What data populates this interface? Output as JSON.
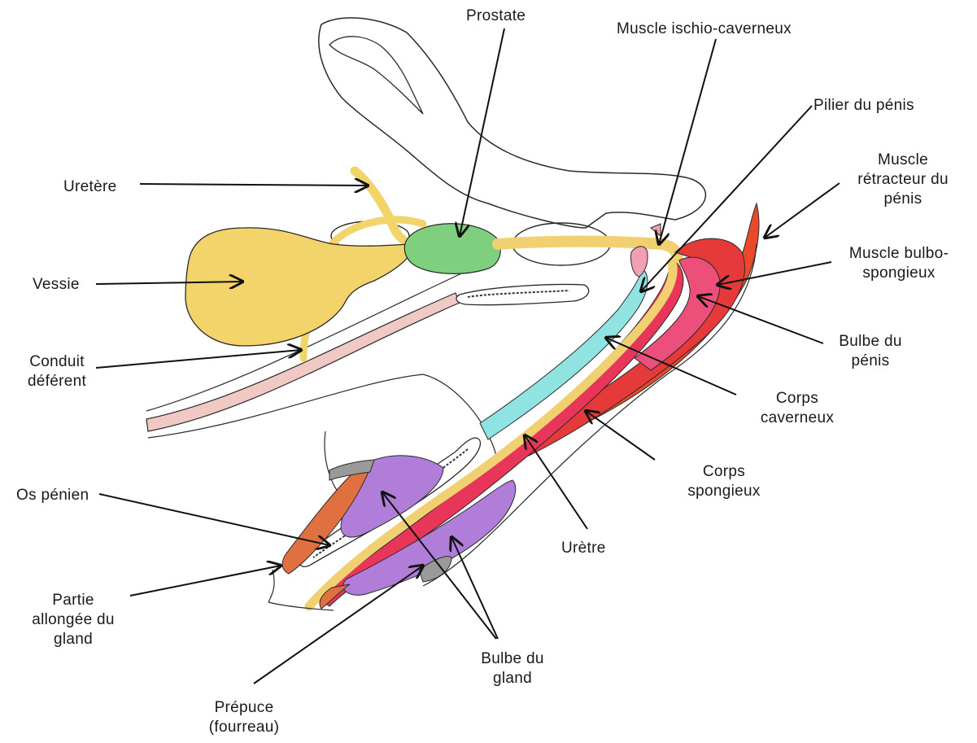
{
  "colors": {
    "bladder": "#f2d46a",
    "prostate": "#7ed07e",
    "duct": "#f2d46a",
    "urethra": "#f0d070",
    "cavernous": "#8fe3e0",
    "spongy": "#e8365a",
    "bulbospongiosus": "#e63a3a",
    "penile_bulb": "#ec4f7a",
    "retractor": "#e84a2a",
    "glans_bulb": "#b07ed8",
    "glans_long": "#e07040",
    "pink_tube": "#f1c9c4",
    "ischio": "#f0a0b0",
    "outline": "#2a2a2a",
    "arrow": "#111111"
  },
  "labels": {
    "prostate": "Prostate",
    "ischio": "Muscle ischio-caverneux",
    "pilier": "Pilier du pénis",
    "retracteur": [
      "Muscle",
      "rétracteur du",
      "pénis"
    ],
    "ureter": "Uretère",
    "bulbospongieux": [
      "Muscle bulbo-",
      "spongieux"
    ],
    "vessie": "Vessie",
    "bulbe_penis": [
      "Bulbe du",
      "pénis"
    ],
    "conduit": [
      "Conduit",
      "déférent"
    ],
    "corps_caverneux": [
      "Corps",
      "caverneux"
    ],
    "corps_spongieux": [
      "Corps",
      "spongieux"
    ],
    "os_penien": "Os pénien",
    "uretre": "Urètre",
    "partie_allongee": [
      "Partie",
      "allongée du",
      "gland"
    ],
    "bulbe_gland": [
      "Bulbe du",
      "gland"
    ],
    "prepuce": [
      "Prépuce",
      "(fourreau)"
    ]
  }
}
